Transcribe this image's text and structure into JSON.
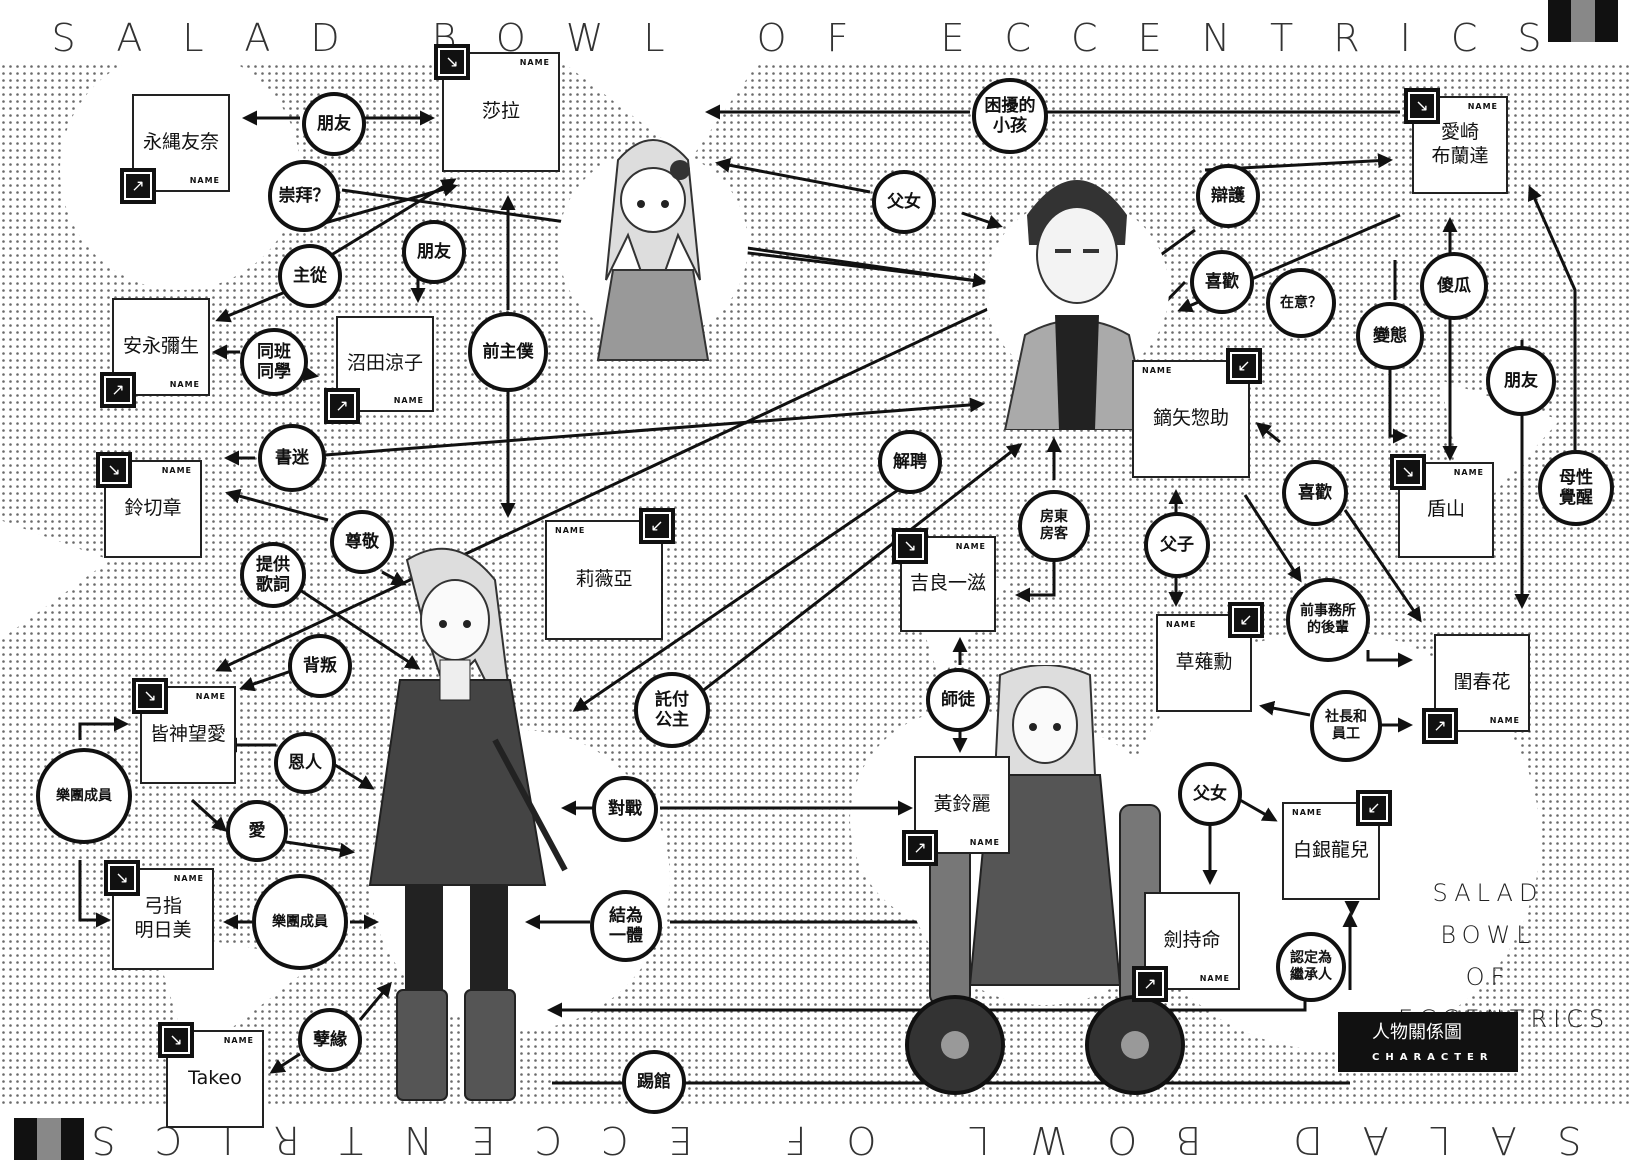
{
  "title": "SALAD BOWL OF ECCENTRICS",
  "logo_lines": "SALAD BOWL\nOF\nECCENTRICS",
  "section": {
    "title": "人物關係圖",
    "subtitle": "CHARACTER"
  },
  "name_tag": "NAME",
  "characters": {
    "sara": "莎拉",
    "nagatsuna": "永縄友奈",
    "anaga": "安永彌生",
    "numata": "沼田涼子",
    "suzukiri": "鈴切章",
    "lydia": "莉薇亞",
    "minakami": "皆神望愛",
    "yumisashi": "弓指\n明日美",
    "takeo": "Takeo",
    "aisaki": "愛崎\n布蘭達",
    "kaburaya": "鏑矢惣助",
    "tateyama": "盾山",
    "yoshira": "吉良一滋",
    "kusanagi": "草薙勳",
    "yanagi": "閨春花",
    "huang": "黃鈴麗",
    "hakugin": "白銀龍兒",
    "kenmochi": "劍持命"
  },
  "relations": {
    "tomodachi_sara": "朋友",
    "suuhai": "崇拜？",
    "shuju": "主從",
    "tomodachi2": "朋友",
    "doukyu": "同班\n同學",
    "zenshuboku": "前主僕",
    "shomei": "書迷",
    "sonkei": "尊敬",
    "kashi": "提供\n歌詞",
    "haihan": "背叛",
    "onjin": "恩人",
    "ai": "愛",
    "band1": "樂團成員",
    "band2": "樂團成員",
    "gesshu": "孽緣",
    "komatta": "困擾的\n小孩",
    "fushi_sara": "父女",
    "kaiko": "解聘",
    "takuhu": "託付\n公主",
    "taisen": "對戰",
    "ketsugou": "結為\n一體",
    "dojo": "踢館",
    "yanushi": "房東\n房客",
    "shitei": "師徒",
    "kogo": "辯護",
    "suki1": "喜歡",
    "kini": "在意？",
    "baka": "傻瓜",
    "hentai": "變態",
    "tomodachi3": "朋友",
    "bosei": "母性\n覺醒",
    "suki2": "喜歡",
    "fushi_son": "父子",
    "kohai": "前事務所\n的後輩",
    "shacho": "社長和\n員工",
    "fushi_daughter": "父女",
    "keishou": "認定為\n繼承人"
  },
  "colors": {
    "ink": "#111111",
    "stripe_gray": "#888888",
    "stripe_light": "#bbbbbb"
  }
}
